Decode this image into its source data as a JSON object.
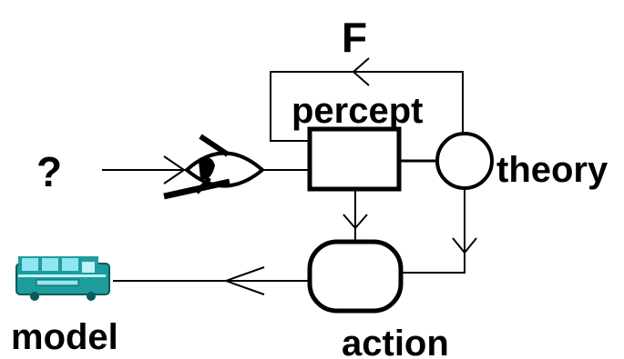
{
  "labels": {
    "f": "F",
    "percept": "percept",
    "question": "?",
    "theory": "theory",
    "model": "model",
    "action": "action"
  },
  "colors": {
    "line": "#000000",
    "background": "#ffffff",
    "car_body": "#1e9c9c",
    "car_window": "#8fe6f0",
    "car_highlight": "#bdf3f7",
    "car_dark": "#0a5a5a"
  },
  "icons": {
    "eye": "eye-icon",
    "car": "car-icon"
  }
}
